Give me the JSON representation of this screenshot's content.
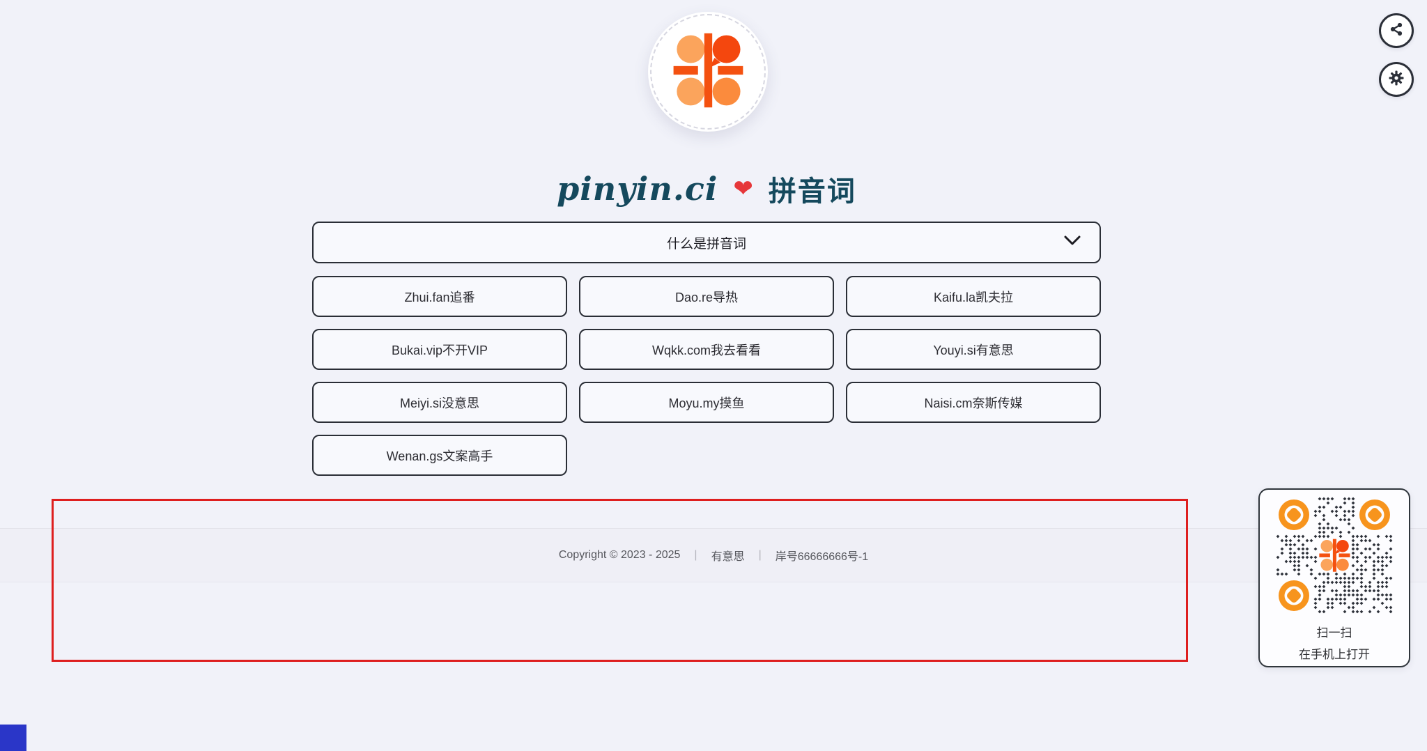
{
  "page": {
    "background": "#f1f2f9"
  },
  "toolbar": {
    "share_icon": "share-icon",
    "settings_icon": "gear-icon"
  },
  "brand": {
    "logo_icon": "pinyin-petal-logo",
    "title_latin": "pinyin.ci",
    "heart_icon": "❤",
    "title_cjk": "拼音词"
  },
  "accordion": {
    "label": "什么是拼音词",
    "chevron_icon": "chevron-down-icon"
  },
  "links": [
    {
      "label": "Zhui.fan追番"
    },
    {
      "label": "Dao.re导热"
    },
    {
      "label": "Kaifu.la凯夫拉"
    },
    {
      "label": "Bukai.vip不开VIP"
    },
    {
      "label": "Wqkk.com我去看看"
    },
    {
      "label": "Youyi.si有意思"
    },
    {
      "label": "Meiyi.si没意思"
    },
    {
      "label": "Moyu.my摸鱼"
    },
    {
      "label": "Naisi.cm奈斯传媒"
    },
    {
      "label": "Wenan.gs文案高手"
    }
  ],
  "footer": {
    "copyright": "Copyright © 2023 - 2025",
    "separator": "|",
    "link_brand": "有意思",
    "link_icp": "岸号66666666号-1"
  },
  "qr_card": {
    "qr_icon": "qr-code",
    "line1": "扫一扫",
    "line2": "在手机上打开"
  },
  "annotation": {
    "color": "#de1f1f"
  },
  "colors": {
    "accent_bar": "#f45110",
    "accent_bubble": "#f4470e",
    "accent_light": "#fba45c",
    "accent_mid": "#fb8b3d",
    "qr_finder": "#f7941d",
    "title": "#15495d",
    "heart": "#e6373a",
    "border_dark": "#2a2e36"
  }
}
